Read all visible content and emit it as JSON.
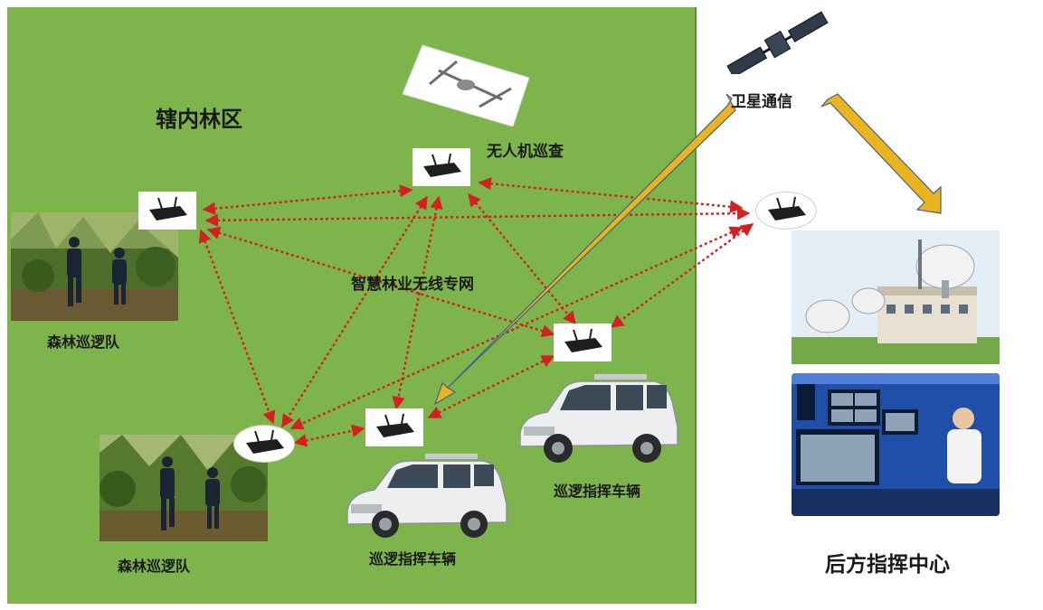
{
  "zone": {
    "title": "辖内林区"
  },
  "network": {
    "label": "智慧林业无线专网"
  },
  "uav": {
    "label": "无人机巡查"
  },
  "teams": [
    {
      "label": "森林巡逻队"
    },
    {
      "label": "森林巡逻队"
    }
  ],
  "vehicles": [
    {
      "label": "巡逻指挥车辆"
    },
    {
      "label": "巡逻指挥车辆"
    }
  ],
  "satellite": {
    "label": "卫星通信"
  },
  "hq": {
    "label": "后方指挥中心"
  },
  "colors": {
    "forest_zone": "#7db54c",
    "link_arrow": "#d42020",
    "satellite_arrow": "#eab51c",
    "satellite_arrow_outline": "#44618c"
  },
  "icons": [
    "wireless-router-icon",
    "satellite-icon",
    "uav-icon",
    "vehicle-icon"
  ]
}
